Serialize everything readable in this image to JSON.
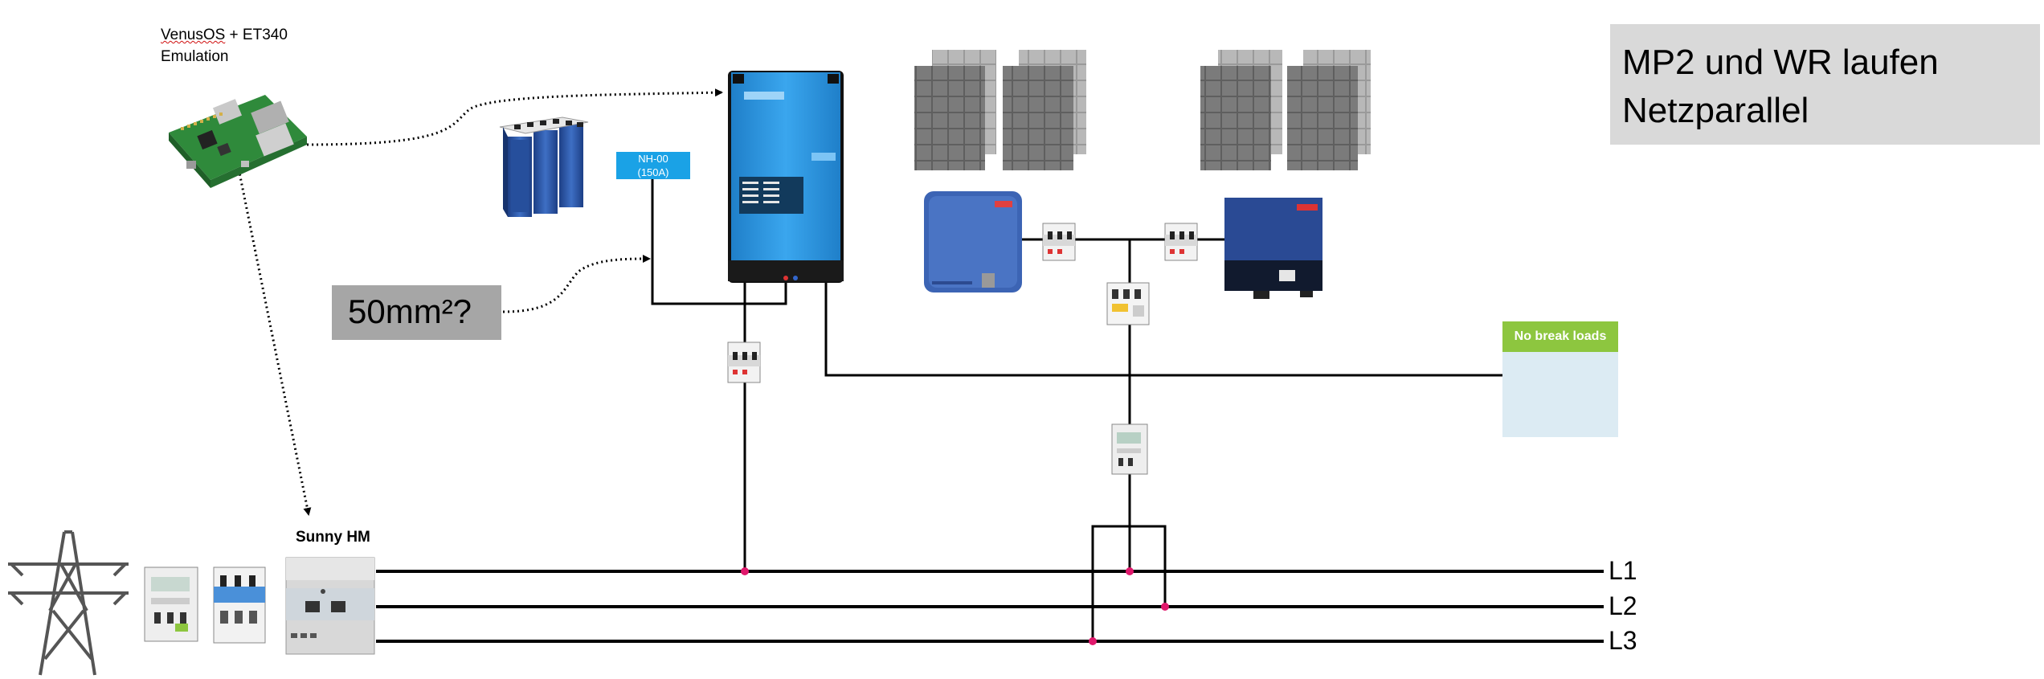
{
  "venus": {
    "line1_prefix": "VenusOS",
    "line1_suffix": " + ET340",
    "line2": "Emulation"
  },
  "title": "MP2 und WR laufen\nNetzparallel",
  "cable_note": "50mm²?",
  "fuse_label": "NH-00\n(150A)",
  "meter_label": "Sunny HM",
  "loads_label": "No break loads",
  "phases": [
    "L1",
    "L2",
    "L3"
  ],
  "colors": {
    "junction": "#e0186c",
    "title_box": "#d9d9d9",
    "note_box": "#a6a6a6",
    "fuse_box": "#1aa2e6",
    "multiplus_body": "#2e9ee6",
    "inverter_sma": "#3c64b4",
    "inverter_dark": "#1e3a78",
    "loads_header": "#8dc63f",
    "battery_cells": "#2a55a8",
    "pv_panel": "#6d6d6d"
  },
  "icons": [
    "raspberry-pi-icon",
    "battery-icon",
    "multiplus-inverter-icon",
    "solar-panel-icon",
    "sma-inverter-icon",
    "circuit-breaker-icon",
    "rcd-icon",
    "energy-meter-icon",
    "power-pylon-icon",
    "wall-socket-icon"
  ]
}
